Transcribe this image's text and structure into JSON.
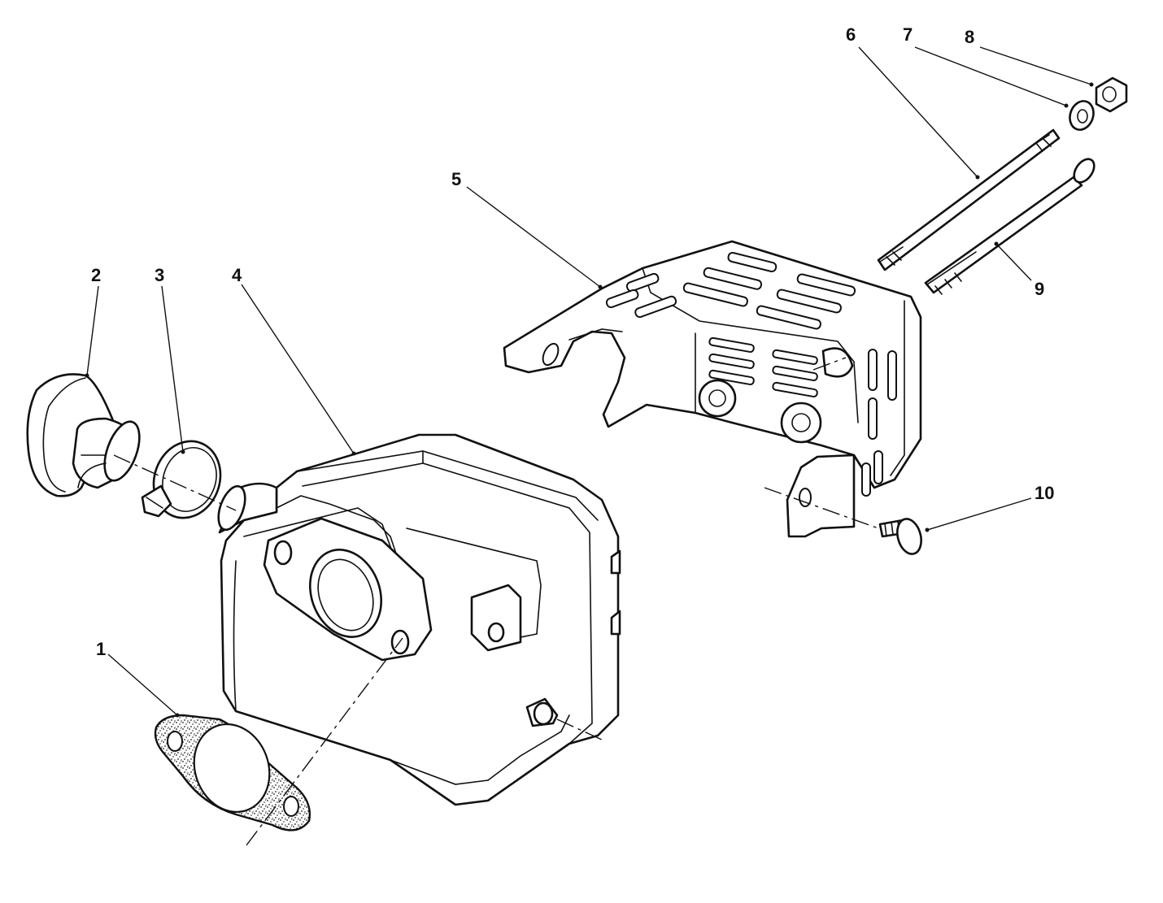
{
  "callouts": [
    {
      "id": "1",
      "label": "1"
    },
    {
      "id": "2",
      "label": "2"
    },
    {
      "id": "3",
      "label": "3"
    },
    {
      "id": "4",
      "label": "4"
    },
    {
      "id": "5",
      "label": "5"
    },
    {
      "id": "6",
      "label": "6"
    },
    {
      "id": "7",
      "label": "7"
    },
    {
      "id": "8",
      "label": "8"
    },
    {
      "id": "9",
      "label": "9"
    },
    {
      "id": "10",
      "label": "10"
    }
  ],
  "colors": {
    "ink": "#111111",
    "paper": "#ffffff"
  }
}
